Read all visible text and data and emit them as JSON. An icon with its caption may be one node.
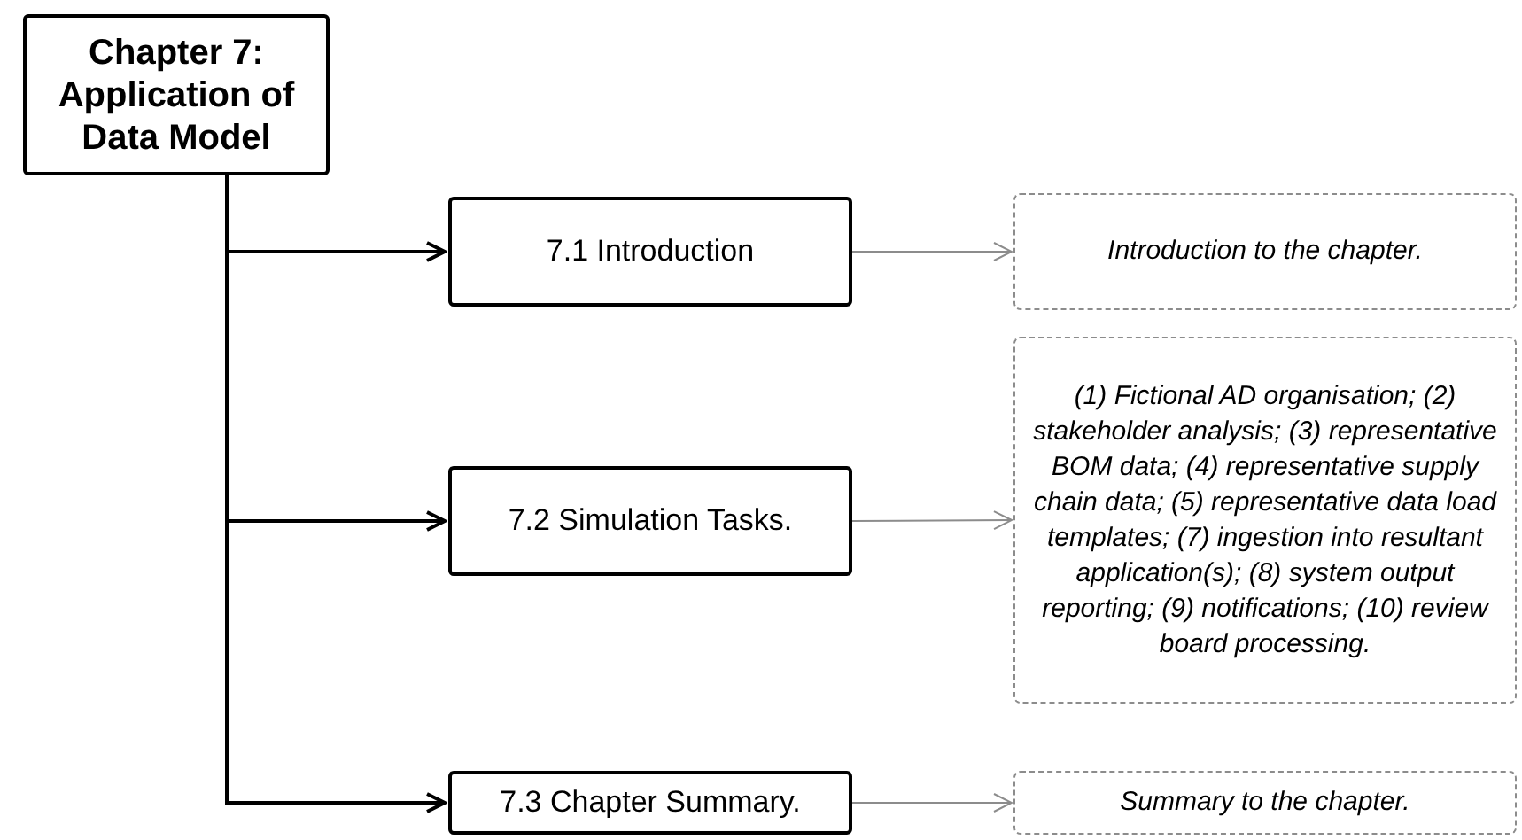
{
  "diagram": {
    "nodes": [
      {
        "text": [
          "Chapter 7: Application of Data Model"
        ]
      },
      {
        "text": [
          "7.1 Introduction"
        ]
      },
      {
        "text": [
          "Introduction to the chapter."
        ]
      },
      {
        "text": [
          "7.2 Simulation Tasks."
        ]
      },
      {
        "text": [
          "(1) Fictional AD organisation; (2) stakeholder analysis; (3) representative BOM data; (4) representative supply chain data; (5) representative data load templates; (7) ingestion into resultant application(s); (8) system output reporting; (9) notifications; (10) review board processing."
        ]
      },
      {
        "text": [
          "7.3 Chapter Summary."
        ]
      },
      {
        "text": [
          "Summary to the chapter."
        ]
      }
    ],
    "edges": [
      {
        "from": 0,
        "to": 1,
        "arrow": "to"
      },
      {
        "from": 0,
        "to": 3,
        "arrow": "to"
      },
      {
        "from": 0,
        "to": 5,
        "arrow": "to"
      },
      {
        "from": 1,
        "to": 2,
        "arrow": "to",
        "color": "#8c8c8c"
      },
      {
        "from": 3,
        "to": 4,
        "arrow": "to",
        "color": "#8c8c8c"
      },
      {
        "from": 5,
        "to": 6,
        "arrow": "to",
        "color": "#8c8c8c"
      }
    ]
  }
}
